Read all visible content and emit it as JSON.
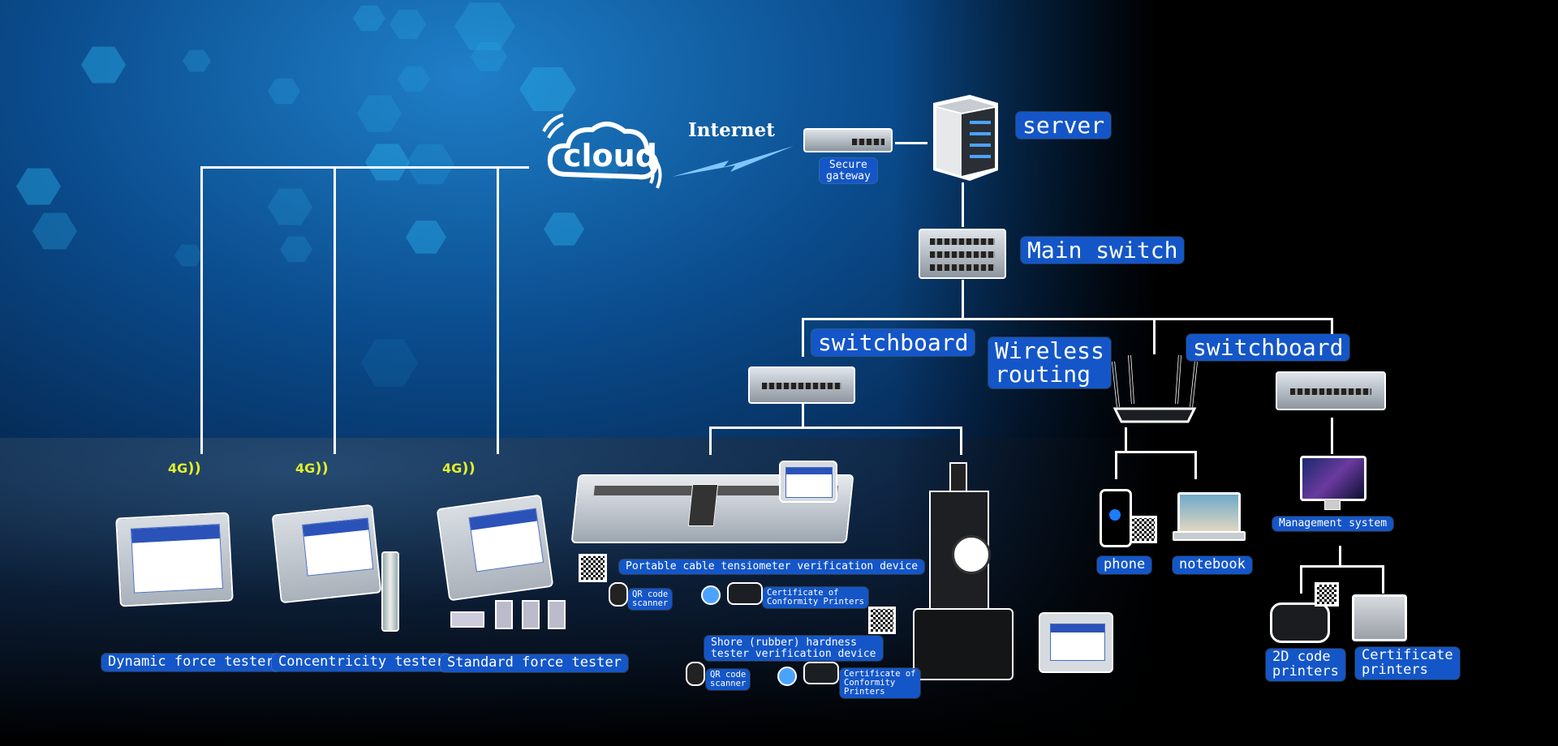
{
  "top": {
    "cloud_label": "cloud",
    "internet_label": "Internet",
    "secure_gateway": "Secure\ngateway",
    "server": "server",
    "main_switch": "Main switch"
  },
  "network": {
    "switchboard_left": "switchboard",
    "wireless_routing": "Wireless\nrouting",
    "switchboard_right": "switchboard"
  },
  "cellular": {
    "signal_label": "4G"
  },
  "testers": [
    {
      "label": "Dynamic force tester"
    },
    {
      "label": "Concentricity tester"
    },
    {
      "label": "Standard force tester"
    }
  ],
  "devices": {
    "tensiometer": "Portable cable tensiometer verification device",
    "shore": "Shore (rubber) hardness\ntester verification device",
    "qr_scanner": "QR code\nscanner",
    "cert_printers": "Certificate of\nConformity Printers",
    "cert_printers_wrapped": "Certificate of\nConformity\nPrinters"
  },
  "wireless_clients": {
    "phone": "phone",
    "notebook": "notebook"
  },
  "management": {
    "system": "Management system",
    "printers_2d": "2D code\nprinters",
    "cert_printers": "Certificate\nprinters"
  },
  "colors": {
    "label_bg": "#1456c8",
    "signal": "#e3ee2a",
    "line": "#ffffff"
  }
}
